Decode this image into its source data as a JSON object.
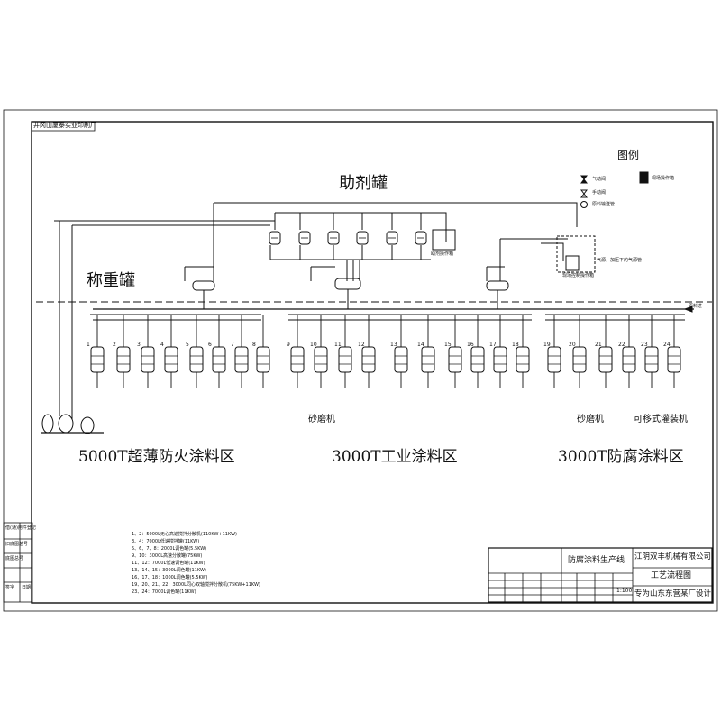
{
  "drawing": {
    "corner_stamp": "井冈山厦泰实业印刷厂",
    "legend_title": "图例",
    "legend_items": [
      {
        "icon": "pneumatic-valve-icon",
        "label": "气动阀"
      },
      {
        "icon": "manual-valve-icon",
        "label": "手动阀"
      },
      {
        "icon": "pipe-icon",
        "label": "原料输送管"
      }
    ],
    "control_box_label": "现场操作箱",
    "additive_tank_title": "助剂罐",
    "weighing_tank_title": "称重罐",
    "additive_station_label": "助剂操作箱",
    "site_box_label": "现场控制操作箱",
    "air_source_label": "气源，加压下的气源管",
    "feed_label": "原料进",
    "mill_labels": [
      "砂磨机",
      "砂磨机",
      "可移式灌装机"
    ],
    "zones": [
      "5000T超薄防火涂料区",
      "3000T工业涂料区",
      "3000T防腐涂料区"
    ],
    "tank_numbers_zone1": [
      "1",
      "2",
      "3",
      "4",
      "5",
      "6",
      "7",
      "8"
    ],
    "tank_numbers_zone2": [
      "9",
      "10",
      "11",
      "12",
      "13",
      "14",
      "15",
      "16",
      "17",
      "18"
    ],
    "tank_numbers_zone3": [
      "19",
      "20",
      "21",
      "22",
      "23",
      "24"
    ],
    "notes": [
      "1、2：5000L无心高速搅拌分散机(110KW+11KW)",
      "3、4：7000L低速搅拌罐(11KW)",
      "5、6、7、8：2000L调色罐(5.5KW)",
      "9、10：3000L高速分散罐(75KW)",
      "11、12：7000L低速调色罐(11KW)",
      "13、14、15：3000L调色罐(11KW)",
      "16、17、18：1000L调色罐(5.5KW)",
      "19、20、21、22：3000L同心双轴搅拌分散机(75KW+11KW)",
      "23、24：7000L调色罐(11KW)"
    ],
    "title_block": {
      "project": "防腐涂料生产线",
      "company": "江阴双丰机械有限公司",
      "drawing_name": "工艺流程图",
      "designed_for": "专为山东东营某厂设计",
      "scale": "1:100"
    },
    "side_table": [
      "借(通)用件登记",
      "旧底图总号",
      "底图总号",
      "签字",
      "日期"
    ]
  }
}
